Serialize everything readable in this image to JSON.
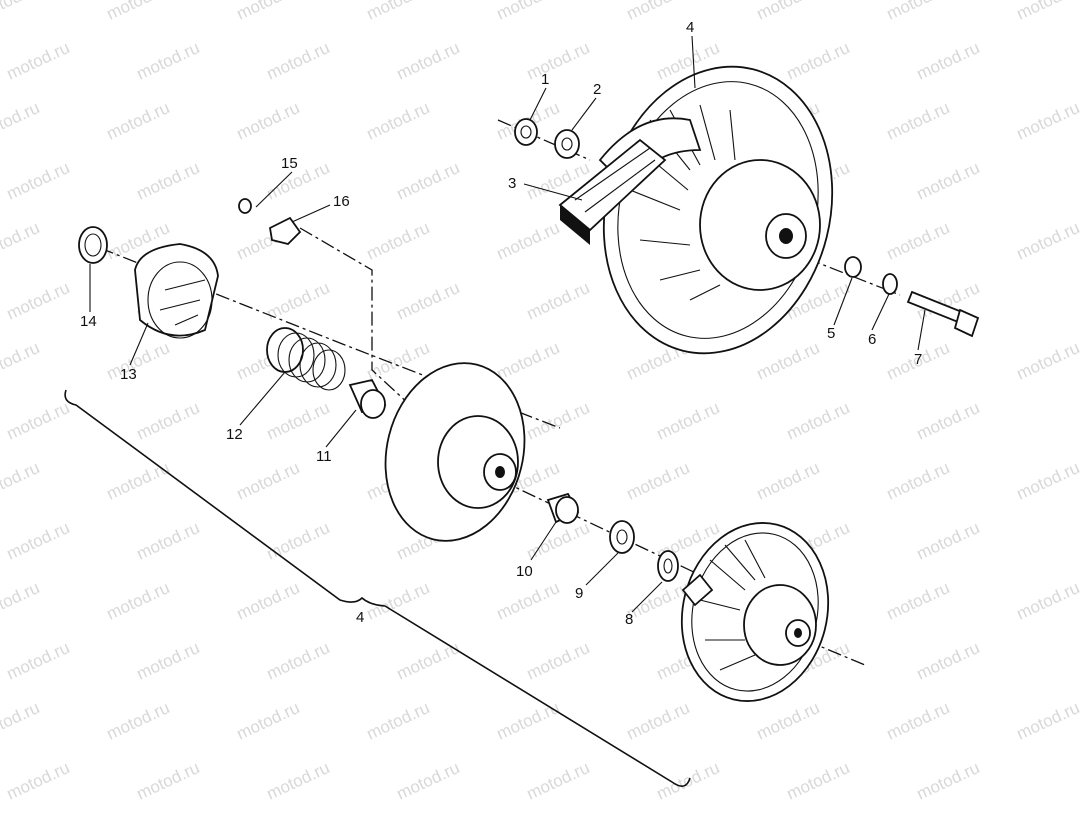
{
  "watermark": "motod.ru",
  "callouts": [
    "1",
    "2",
    "3",
    "4",
    "5",
    "6",
    "7",
    "8",
    "9",
    "10",
    "11",
    "12",
    "13",
    "14",
    "15",
    "16"
  ],
  "assembly_label": "4",
  "colors": {
    "ink": "#111111",
    "watermark": "#d8d8d8",
    "background": "#ffffff"
  }
}
